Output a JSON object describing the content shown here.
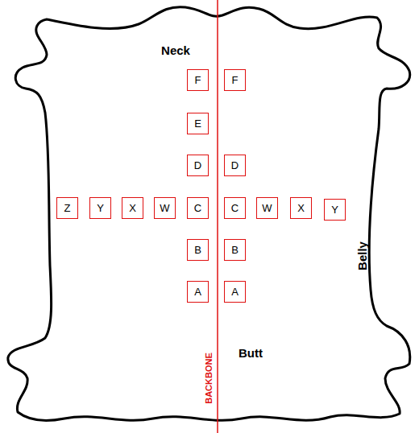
{
  "diagram": {
    "nodes": [
      {
        "text": [
          "F"
        ]
      },
      {
        "text": [
          "F"
        ]
      },
      {
        "text": [
          "E"
        ]
      },
      {
        "text": [
          "D"
        ]
      },
      {
        "text": [
          "D"
        ]
      },
      {
        "text": [
          "Z"
        ]
      },
      {
        "text": [
          "Y"
        ]
      },
      {
        "text": [
          "X"
        ]
      },
      {
        "text": [
          "W"
        ]
      },
      {
        "text": [
          "C"
        ]
      },
      {
        "text": [
          "C"
        ]
      },
      {
        "text": [
          "W"
        ]
      },
      {
        "text": [
          "X"
        ]
      },
      {
        "text": [
          "Y"
        ]
      },
      {
        "text": [
          "B"
        ]
      },
      {
        "text": [
          "B"
        ]
      },
      {
        "text": [
          "A"
        ]
      },
      {
        "text": [
          "A"
        ]
      }
    ],
    "labels": [
      "Neck",
      "Belly",
      "BACKBONE",
      "Butt"
    ]
  }
}
